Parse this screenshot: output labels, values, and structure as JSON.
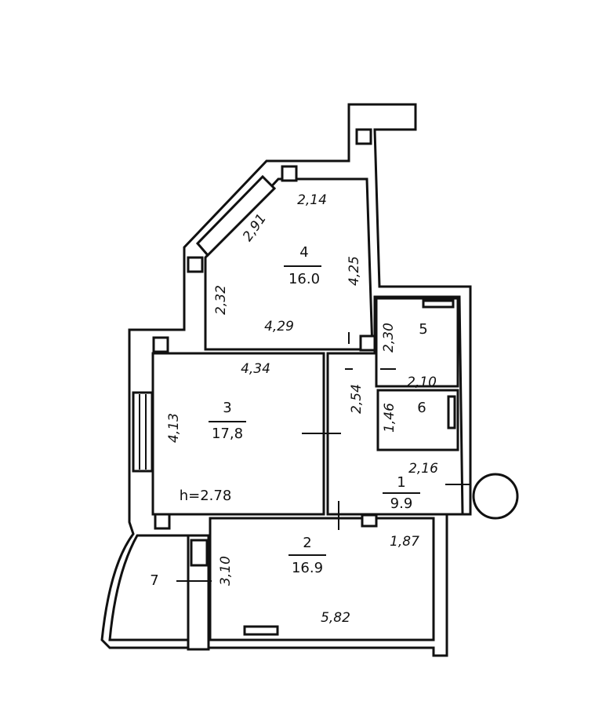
{
  "title": "Floor plan",
  "ceiling_height": "h=2.78",
  "rooms": [
    {
      "number": "1",
      "area": "9.9"
    },
    {
      "number": "2",
      "area": "16.9"
    },
    {
      "number": "3",
      "area": "17,8"
    },
    {
      "number": "4",
      "area": "16.0"
    },
    {
      "number": "5"
    },
    {
      "number": "6"
    },
    {
      "number": "7"
    }
  ],
  "dimensions": {
    "r4_top": "2,14",
    "r4_diag": "2,91",
    "r4_right": "4,25",
    "r4_left": "2,32",
    "r4_bottom": "4,29",
    "r5_height": "2,30",
    "r5_width": "2,10",
    "r3_top": "4,34",
    "r3_left": "4,13",
    "hall_height": "2,54",
    "r6_height": "1,46",
    "hall_width": "2,16",
    "hall_bottom": "1,87",
    "r2_left": "3,10",
    "r2_bottom": "5,82"
  }
}
